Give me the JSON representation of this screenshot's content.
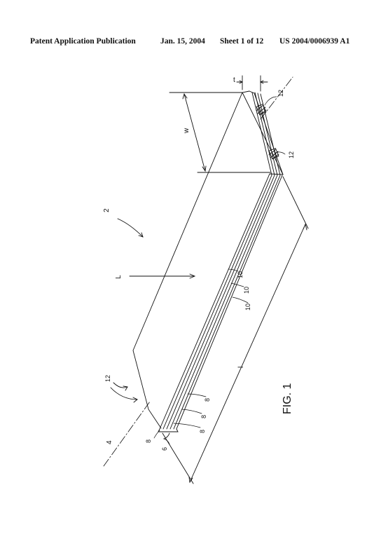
{
  "header": {
    "publication": "Patent Application Publication",
    "date": "Jan. 15, 2004",
    "sheet": "Sheet 1 of 12",
    "doc_number": "US 2004/0006939 A1"
  },
  "figure": {
    "caption": "FIG. 1",
    "labels": {
      "t": "t",
      "w": "w",
      "l_upper": "L",
      "l_lower": "l",
      "n2": "2",
      "n4": "4",
      "n6": "6",
      "n8": "8",
      "n10": "10",
      "n12": "12"
    }
  }
}
